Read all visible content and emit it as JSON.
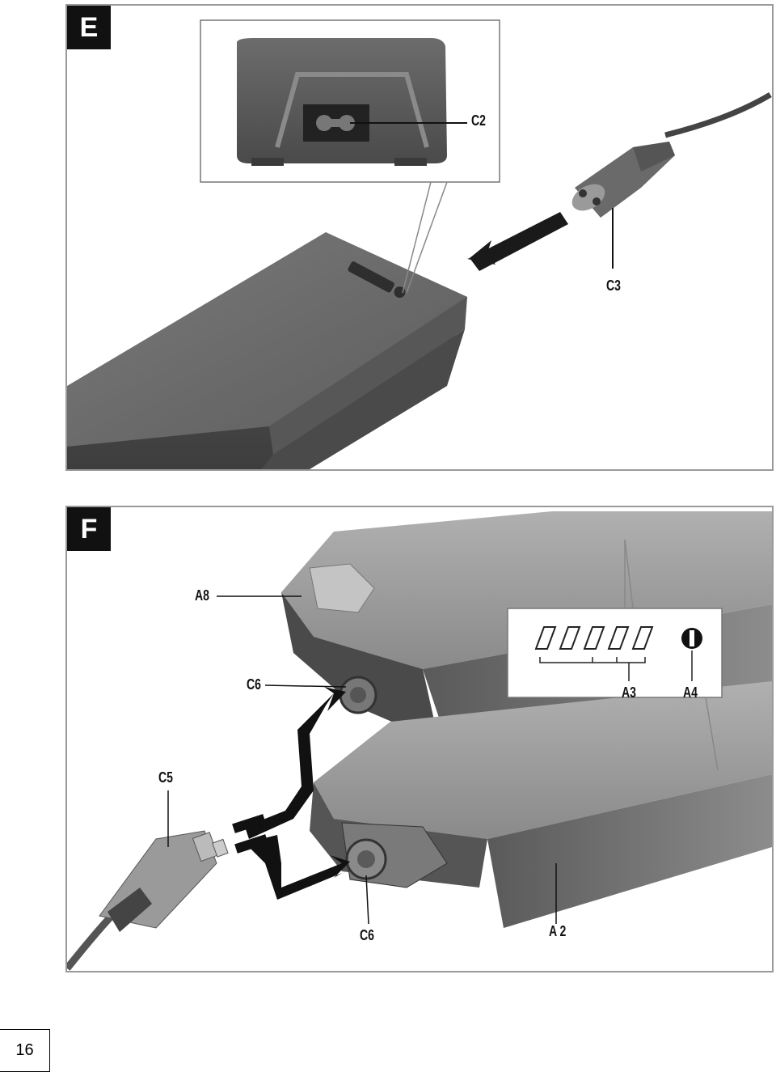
{
  "figures": {
    "e": {
      "letter": "E",
      "callouts": {
        "c2": "C2",
        "c3": "C3"
      }
    },
    "f": {
      "letter": "F",
      "callouts": {
        "a8": "A8",
        "c6_top": "C6",
        "c5": "C5",
        "a3": "A3",
        "a4": "A4",
        "c6_bottom": "C6",
        "a2": "A 2"
      }
    }
  },
  "page_number": "16",
  "colors": {
    "housing_dark": "#4f4f4f",
    "housing_mid": "#6e6e6e",
    "housing_light": "#9a9a9a",
    "frame": "#9a9a9a",
    "label_box": "#111111"
  }
}
